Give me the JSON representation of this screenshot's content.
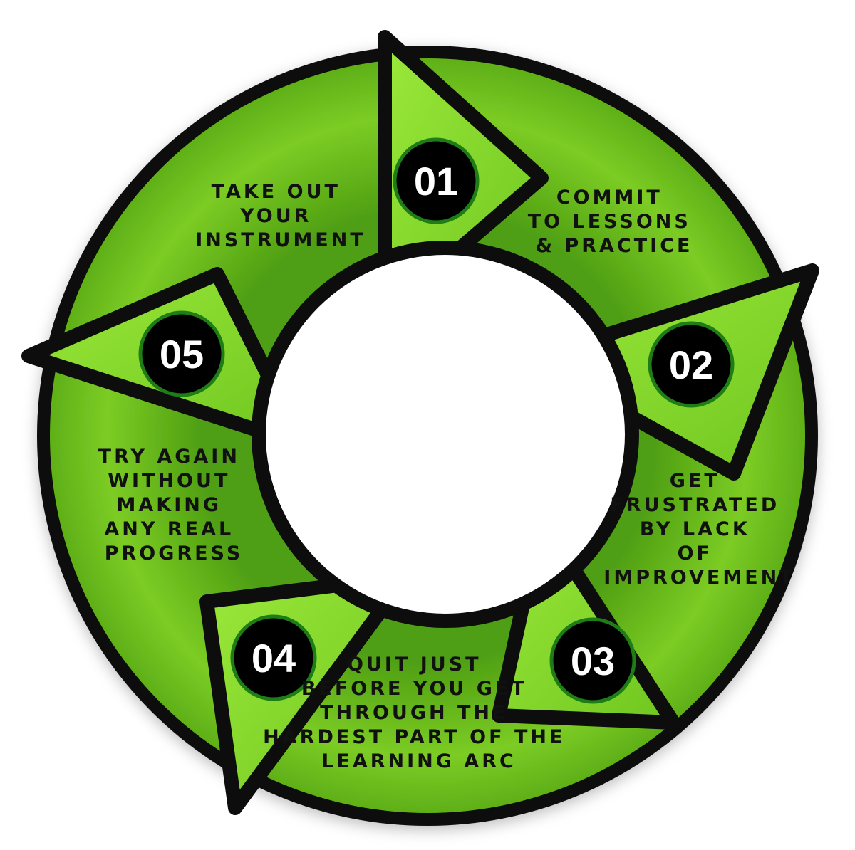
{
  "steps": [
    {
      "number": "01",
      "lines": [
        "TAKE OUT",
        "YOUR",
        "INSTRUMENT"
      ]
    },
    {
      "number": "02",
      "lines": [
        "COMMIT",
        "TO LESSONS",
        "& PRACTICE"
      ]
    },
    {
      "number": "03",
      "lines": [
        "GET",
        "FRUSTRATED",
        "BY LACK",
        "OF",
        "IMPROVEMENT"
      ]
    },
    {
      "number": "04",
      "lines": [
        "QUIT JUST",
        "BEFORE YOU GET",
        "THROUGH THE",
        "HARDEST PART OF THE",
        "LEARNING ARC"
      ]
    },
    {
      "number": "05",
      "lines": [
        "TRY AGAIN",
        "WITHOUT",
        "MAKING",
        "ANY REAL",
        "PROGRESS"
      ]
    }
  ],
  "colors": {
    "outline": "#0d0d0d",
    "ring_light": "#8fe02f",
    "ring_dark": "#52a414",
    "badge_fill": "#000000",
    "badge_ring": "#1e7d16",
    "text": "#111111",
    "number": "#ffffff"
  }
}
